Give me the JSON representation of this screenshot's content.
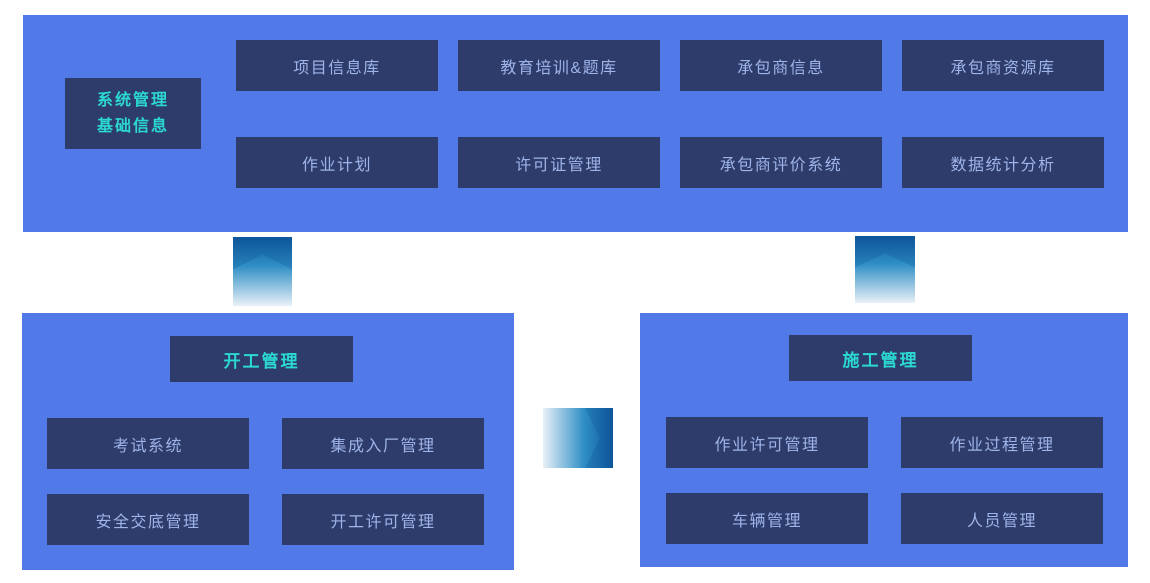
{
  "colors": {
    "page_bg": "#ffffff",
    "section_bg": "#5179E7",
    "box_bg": "#2D3C6A",
    "accent_cyan": "#2BD8D2",
    "box_text": "#9FB4E8",
    "arrow_dark": "#0F579E",
    "arrow_mid": "#2F8FC5",
    "arrow_light": "#E9F1F8"
  },
  "top_section": {
    "label_line1": "系统管理",
    "label_line2": "基础信息",
    "row1": [
      "项目信息库",
      "教育培训&题库",
      "承包商信息",
      "承包商资源库"
    ],
    "row2": [
      "作业计划",
      "许可证管理",
      "承包商评价系统",
      "数据统计分析"
    ]
  },
  "start_section": {
    "title": "开工管理",
    "row1": [
      "考试系统",
      "集成入厂管理"
    ],
    "row2": [
      "安全交底管理",
      "开工许可管理"
    ]
  },
  "construction_section": {
    "title": "施工管理",
    "row1": [
      "作业许可管理",
      "作业过程管理"
    ],
    "row2": [
      "车辆管理",
      "人员管理"
    ]
  }
}
